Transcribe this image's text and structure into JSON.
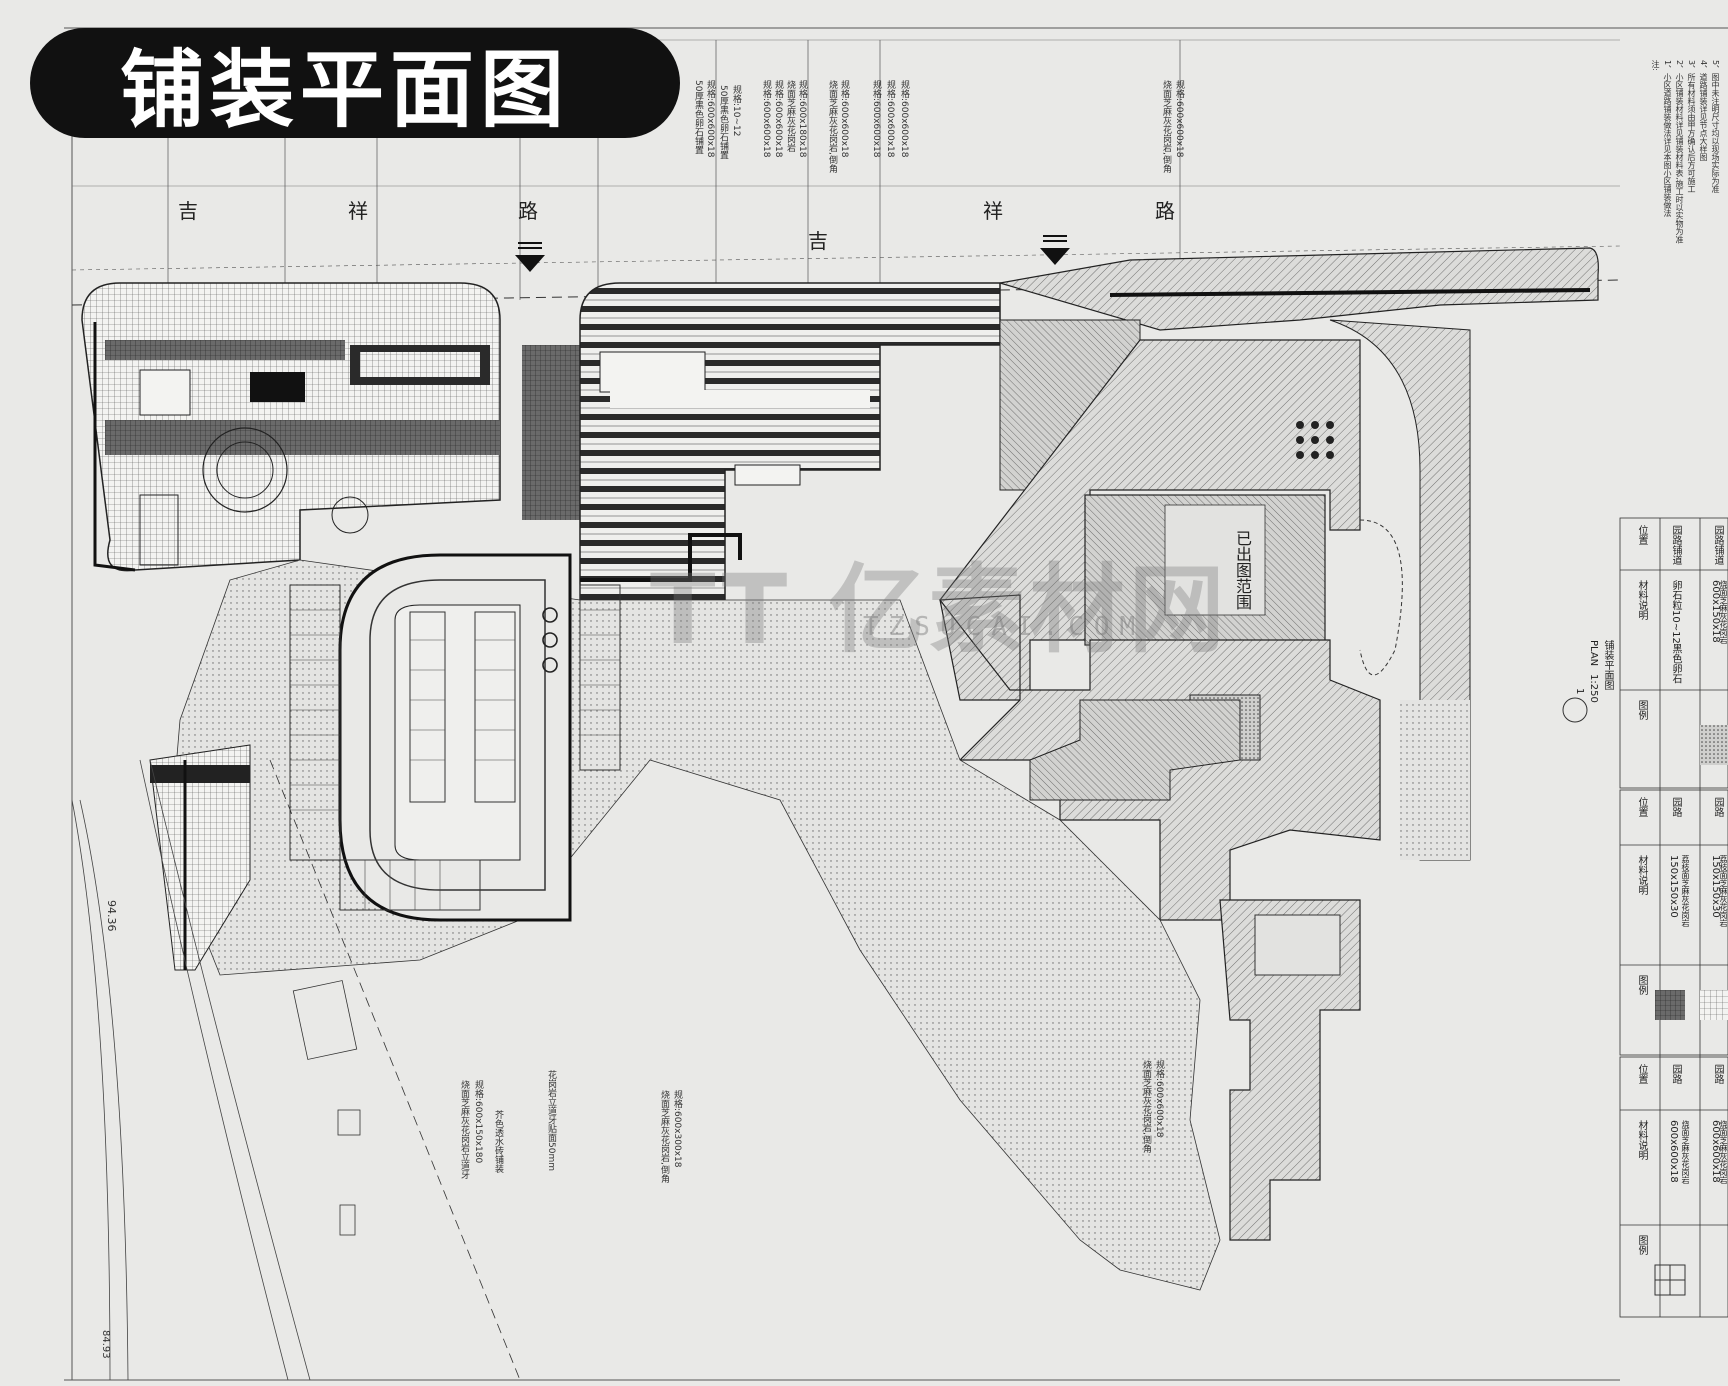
{
  "title": "铺装平面图",
  "roads": [
    "吉",
    "祥",
    "路",
    "吉",
    "祥",
    "路"
  ],
  "building_label": "已出图范围",
  "elevation": "94.36",
  "elevation_small": "84.93",
  "watermark": "TT 亿素材网",
  "watermark_url": "TZSUCAI.COM",
  "plan_caption": {
    "title": "PLAN",
    "scale": "1:250",
    "subtitle": "铺装平面图",
    "number": "1"
  },
  "callouts_top": [
    "50厚黑色卵石铺置",
    "规格:600x600x18",
    "50厚黑色卵石铺置",
    "规格:10~12",
    "规格:600x600x18",
    "规格:600x600x18",
    "烧面芝麻灰花岗岩",
    "规格:600x180x18",
    "烧面芝麻灰花岗岩,倒角",
    "规格:600x600x18",
    "规格:600x600x18",
    "规格:600x600x18",
    "规格:600x600x18",
    "烧面芝麻灰花岗岩,倒角",
    "规格:600x600x18"
  ],
  "callouts_bottom": [
    "烧面芝麻灰花岗岩立道牙",
    "规格:600x150x180",
    "芥色透水砖铺装",
    "花岗岩立道牙贴面50mm",
    "烧面芝麻灰花岗岩,倒角",
    "规格:600x300x18",
    "烧面芝麻灰花岗岩,倒角",
    "规格:600x600x18"
  ],
  "legend": {
    "headers": [
      "图例",
      "材料说明",
      "位置"
    ],
    "rows": [
      {
        "material": "600x150x18",
        "desc": "烧面芝麻灰花岗岩",
        "location": "园路铺道"
      },
      {
        "material": "卵石粒10~12黑色卵石",
        "desc": "",
        "location": "园路铺道"
      },
      {
        "material": "150x150x30",
        "desc": "荔枝面芝麻灰花岗岩",
        "location": "园路"
      },
      {
        "material": "150x150x30",
        "desc": "荔枝面芝麻灰花岗岩",
        "location": "园路"
      },
      {
        "material": "600x600x18",
        "desc": "烧面芝麻灰花岗岩",
        "location": "园路"
      },
      {
        "material": "600x600x18",
        "desc": "烧面芝麻灰花岗岩",
        "location": "园路"
      }
    ]
  },
  "notes": [
    "注:",
    "1、小区道路铺装做法详见本图小区铺装做法",
    "2、小区铺装材料详见铺装材料表,施工时以实物为准",
    "3、所有材料须由甲方确认后方可施工",
    "4、道路铺装详见节点大样图",
    "5、图中未注明尺寸均以现场实际为准"
  ]
}
